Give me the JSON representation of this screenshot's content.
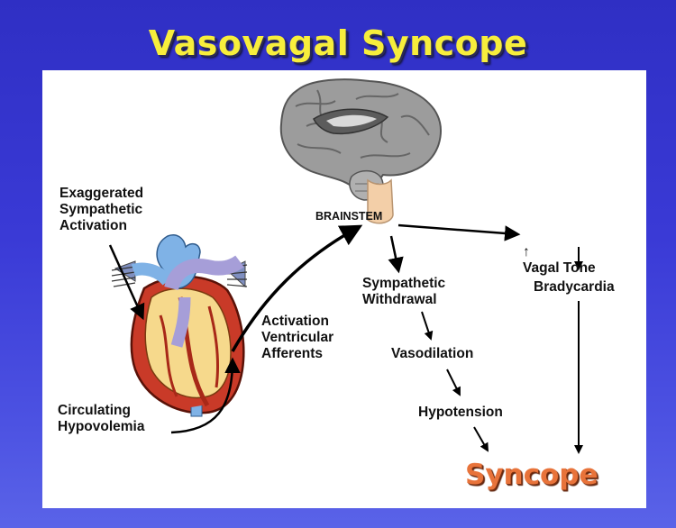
{
  "title": "Vasovagal Syncope",
  "labels": {
    "exaggerated": "Exaggerated\nSympathetic\nActivation",
    "circulating": "Circulating\nHypovolemia",
    "activation": "Activation\nVentricular\nAfferents",
    "brainstem": "BRAINSTEM",
    "vagal_arrow": "↑",
    "vagal_tone": "Vagal Tone",
    "bradycardia": "Bradycardia",
    "sympathetic_withdrawal": "Sympathetic\nWithdrawal",
    "vasodilation": "Vasodilation",
    "hypotension": "Hypotension",
    "syncope": "Syncope"
  },
  "colors": {
    "title": "#f7ee3c",
    "syncope": "#e8733a",
    "background": "#3a3ad6"
  },
  "icons": [
    "brain-icon",
    "heart-icon"
  ]
}
